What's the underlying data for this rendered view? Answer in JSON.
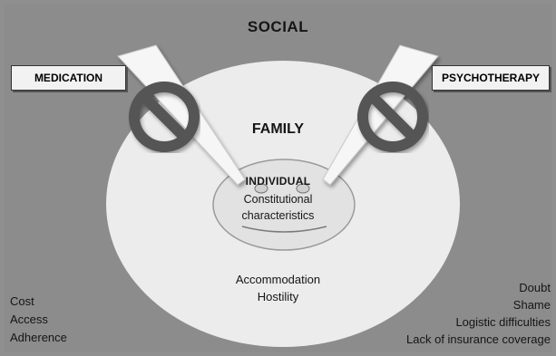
{
  "social_label": "SOCIAL",
  "family_label": "FAMILY",
  "individual": {
    "title": "INDIVIDUAL",
    "lines": [
      "Constitutional",
      "characteristics"
    ]
  },
  "medication_label": "MEDICATION",
  "psychotherapy_label": "PSYCHOTHERAPY",
  "family_factors": [
    "Accommodation",
    "Hostility"
  ],
  "social_factors_left": [
    "Cost",
    "Access",
    "Adherence"
  ],
  "social_factors_right": [
    "Doubt",
    "Shame",
    "Logistic difficulties",
    "Lack of insurance coverage"
  ],
  "colors": {
    "background": "#8c8c8c",
    "family_circle": "#ececec",
    "individual_circle": "#e2e2e2",
    "arrow": "#f6f6f6",
    "prohibition_sign": "#555555"
  },
  "icons": [
    "prohibition-sign-icon",
    "prohibition-sign-icon"
  ]
}
